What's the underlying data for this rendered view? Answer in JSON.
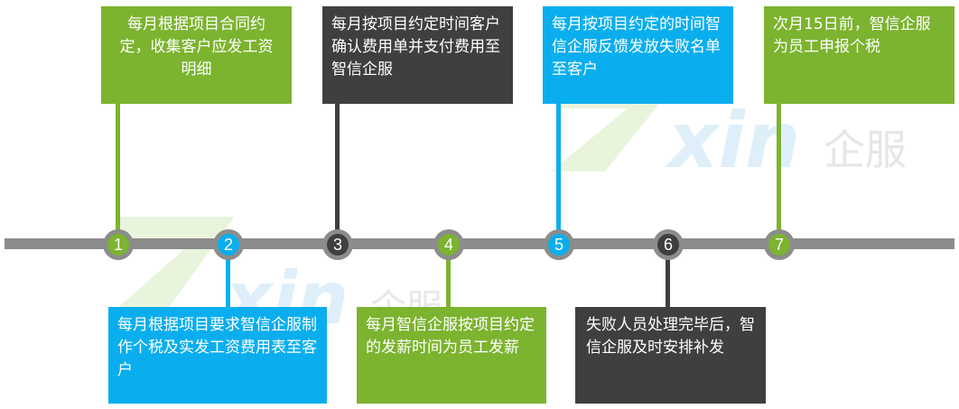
{
  "watermark": {
    "brand_latin": "xin",
    "brand_cn": "企服"
  },
  "colors": {
    "green": "#7cb32f",
    "blue": "#0aaeee",
    "dark": "#3f3f3f",
    "line": "#8c8c8c"
  },
  "steps": [
    {
      "number": "1",
      "text": "每月根据项目合同约定，收集客户应发工资明细"
    },
    {
      "number": "2",
      "text": "每月根据项目要求智信企服制作个税及实发工资费用表至客户"
    },
    {
      "number": "3",
      "text": "每月按项目约定时间客户确认费用单并支付费用至智信企服"
    },
    {
      "number": "4",
      "text": "每月智信企服按项目约定的发薪时间为员工发薪"
    },
    {
      "number": "5",
      "text": "每月按项目约定的时间智信企服反馈发放失败名单至客户"
    },
    {
      "number": "6",
      "text": "失败人员处理完毕后，智信企服及时安排补发"
    },
    {
      "number": "7",
      "text": "次月15日前，智信企服为员工申报个税"
    }
  ]
}
